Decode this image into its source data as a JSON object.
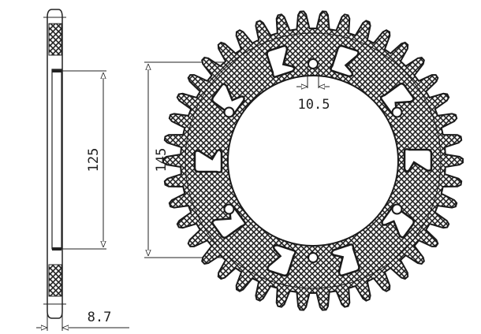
{
  "drawing": {
    "dimensions": {
      "bolt_circle": "125",
      "centre_bore": "145",
      "bolt_hole": "10.5",
      "thickness": "8.7"
    },
    "teeth_count": 42,
    "bolt_holes": 6,
    "lightening_slots": 10,
    "colors": {
      "ink": "#1a1a1a",
      "paper": "#ffffff"
    }
  }
}
